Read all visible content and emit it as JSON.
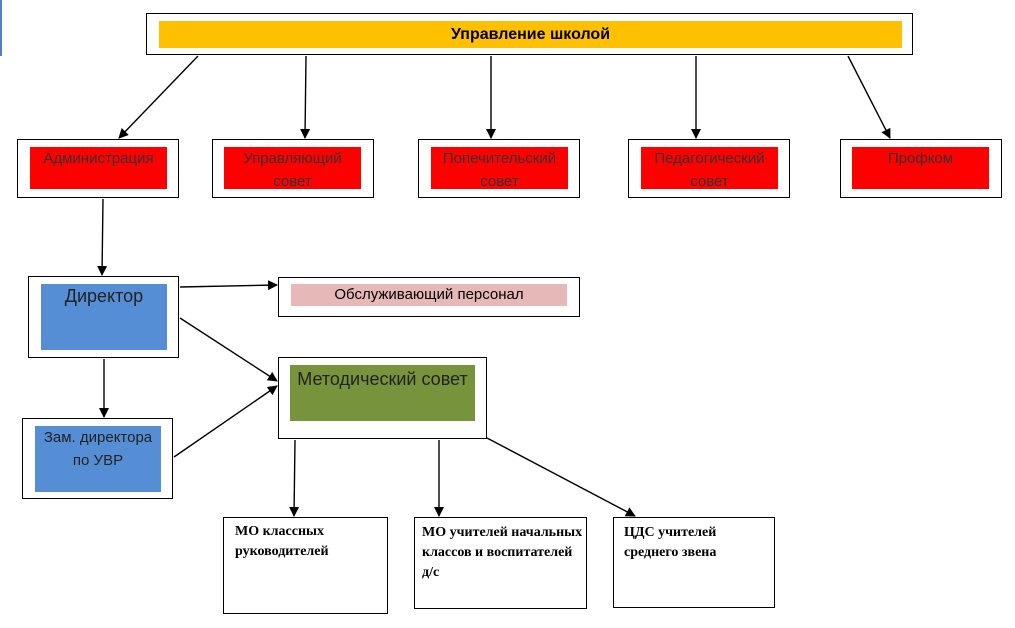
{
  "top": {
    "label": "Управление школой"
  },
  "bodies": [
    {
      "label": "Администрация"
    },
    {
      "label": "Управляющий совет"
    },
    {
      "label": "Попечительский совет"
    },
    {
      "label": "Педагогический совет"
    },
    {
      "label": "Профком"
    }
  ],
  "director": {
    "label": "Директор"
  },
  "service_staff": {
    "label": "Обслуживающий персонал"
  },
  "deputy": {
    "label": "Зам. директора по УВР"
  },
  "methodical": {
    "label": "Методический совет"
  },
  "subunits": [
    {
      "label": "МО классных руководителей"
    },
    {
      "label": "МО учителей начальных классов и воспитателей д/с"
    },
    {
      "label": "ЦДС учителей среднего звена"
    }
  ],
  "colors": {
    "title_fill": "#ffc000",
    "council_fill": "#ff0000",
    "director_fill": "#558ed5",
    "service_fill": "#e6b9b8",
    "methodical_fill": "#77933c"
  }
}
